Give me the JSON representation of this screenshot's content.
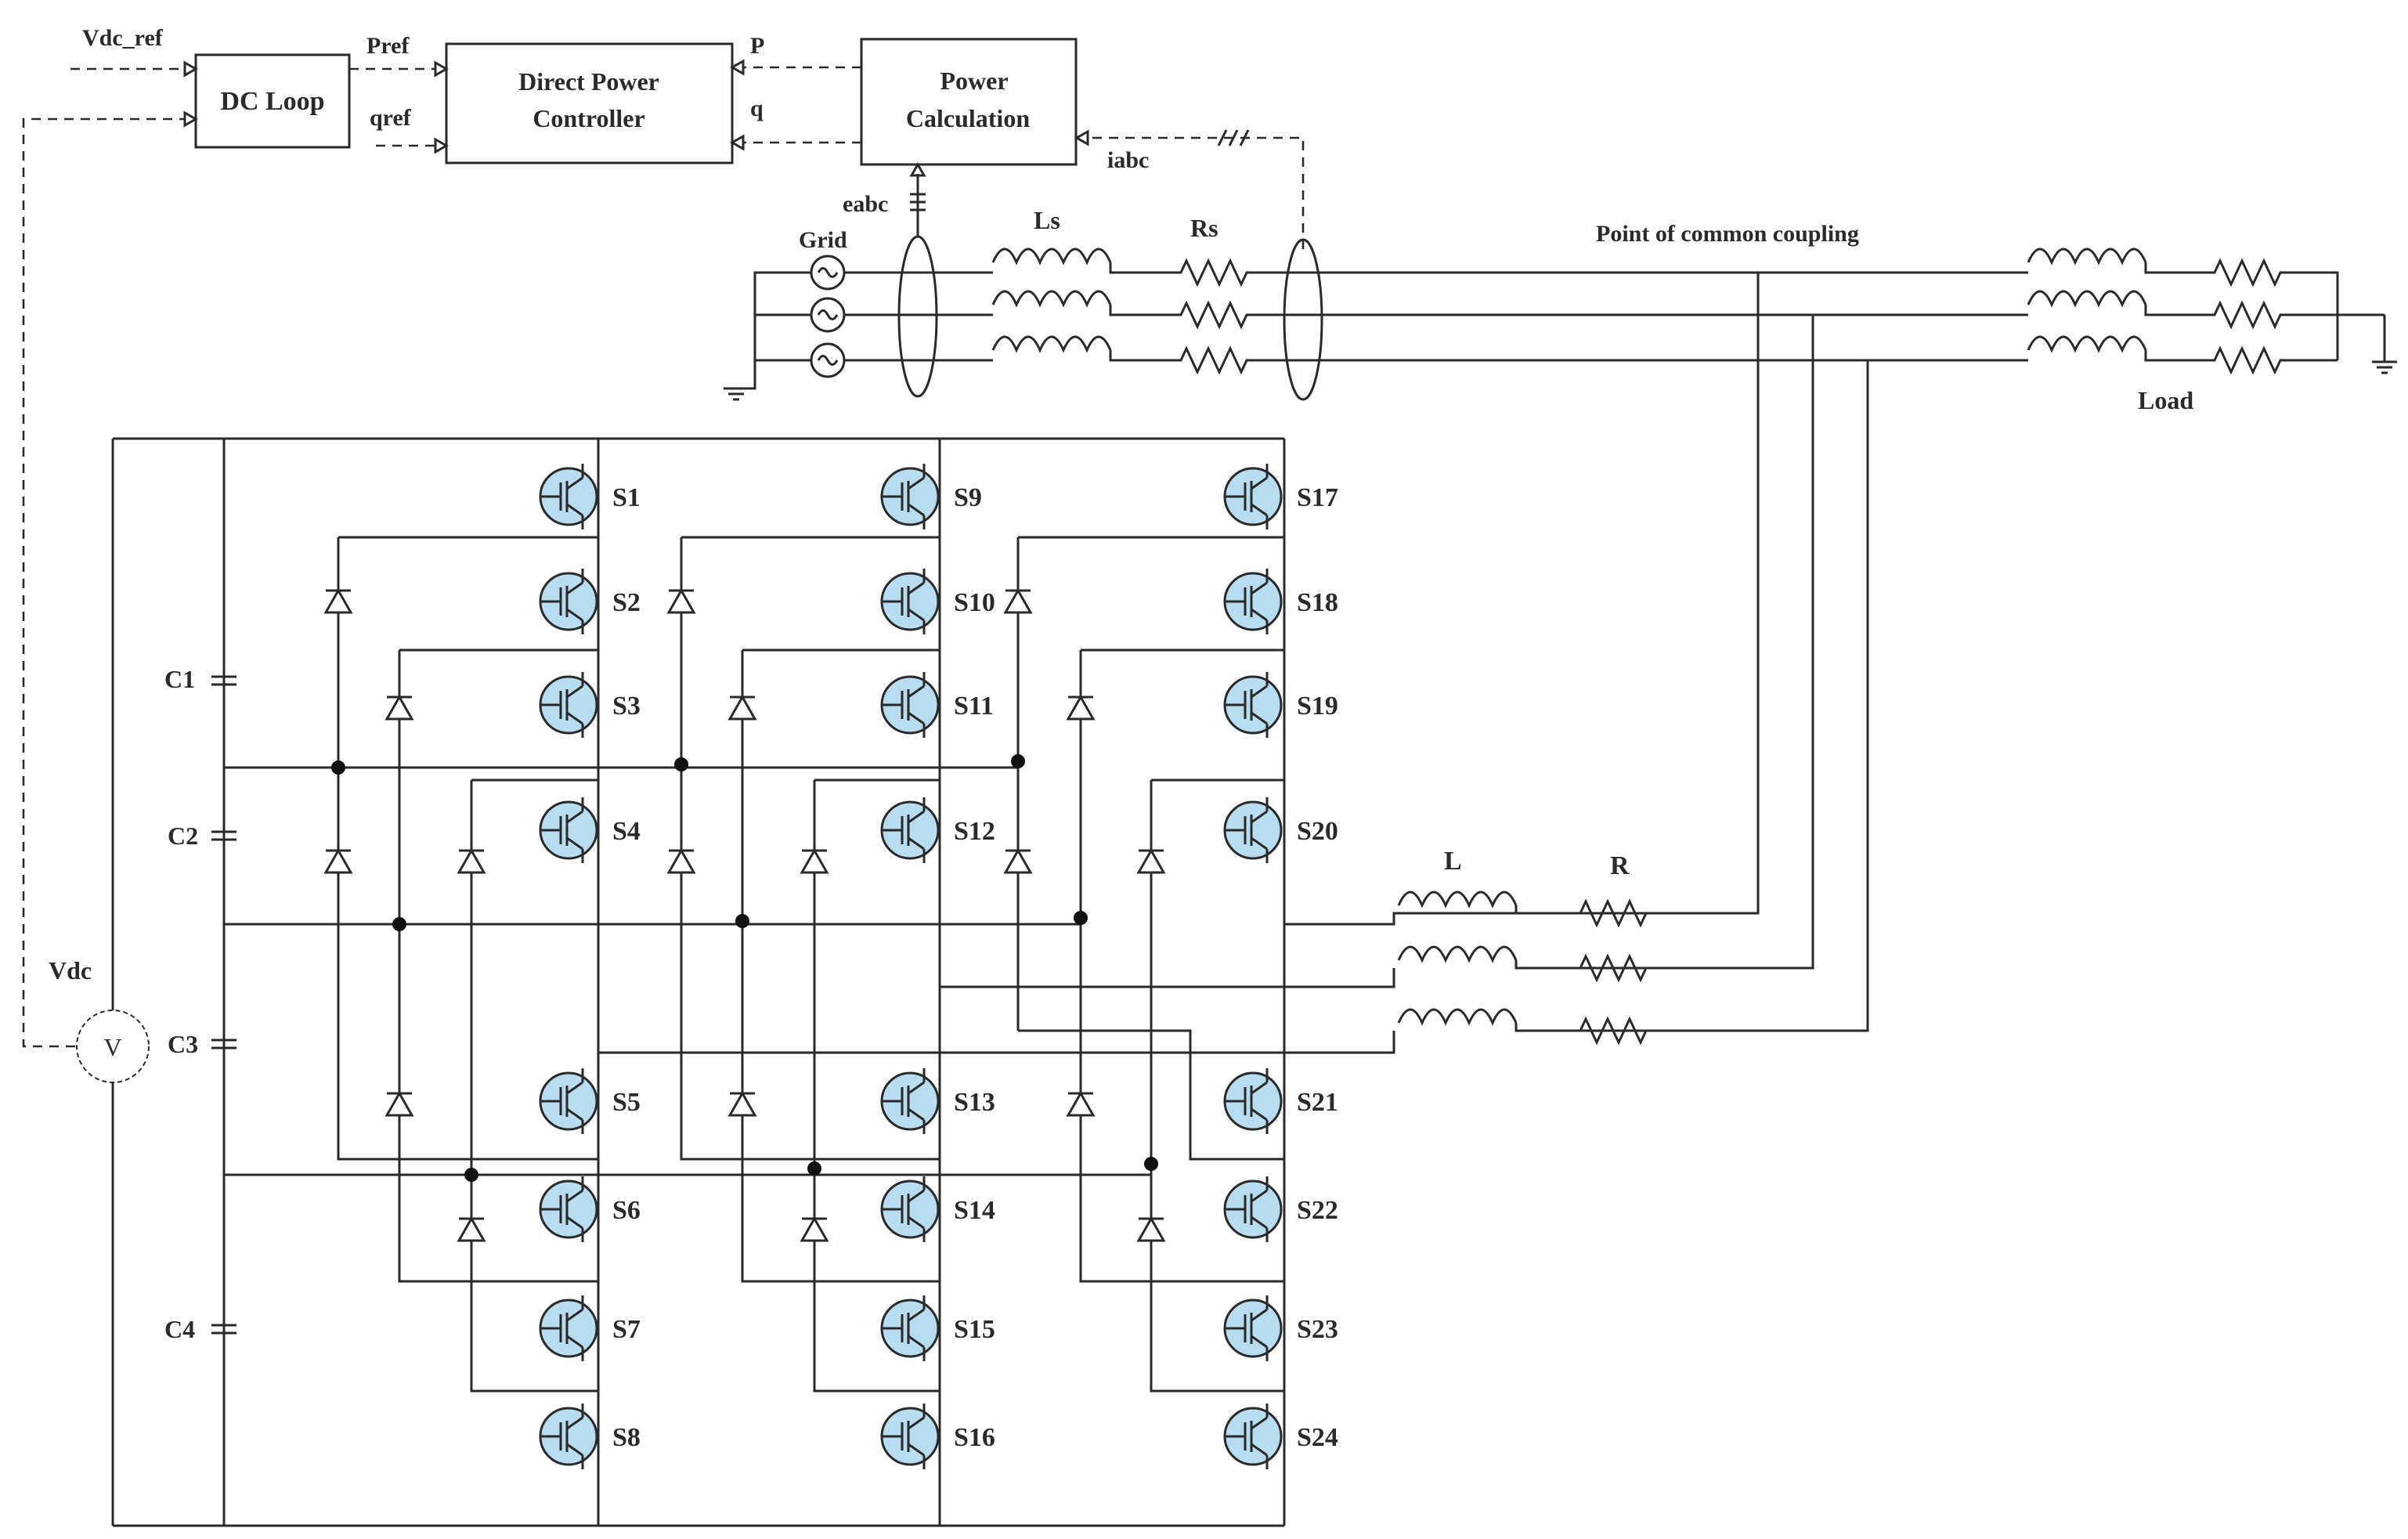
{
  "control": {
    "vdc_ref": "Vdc_ref",
    "dc_loop": "DC Loop",
    "pref": "Pref",
    "qref": "qref",
    "dpc_line1": "Direct Power",
    "dpc_line2": "Controller",
    "p": "P",
    "q": "q",
    "pc_line1": "Power",
    "pc_line2": "Calculation",
    "iabc": "iabc",
    "eabc": "eabc"
  },
  "grid": {
    "grid": "Grid",
    "ls": "Ls",
    "rs": "Rs",
    "pcc": "Point of common coupling",
    "load": "Load"
  },
  "converter": {
    "capacitors": [
      "C1",
      "C2",
      "C3",
      "C4"
    ],
    "vdc": "Vdc",
    "voltmeter": "V",
    "l": "L",
    "r": "R",
    "switches": [
      "S1",
      "S2",
      "S3",
      "S4",
      "S5",
      "S6",
      "S7",
      "S8",
      "S9",
      "S10",
      "S11",
      "S12",
      "S13",
      "S14",
      "S15",
      "S16",
      "S17",
      "S18",
      "S19",
      "S20",
      "S21",
      "S22",
      "S23",
      "S24"
    ]
  },
  "colors": {
    "switch_fill": "#b8dcf0",
    "line": "#2a2a2a"
  }
}
